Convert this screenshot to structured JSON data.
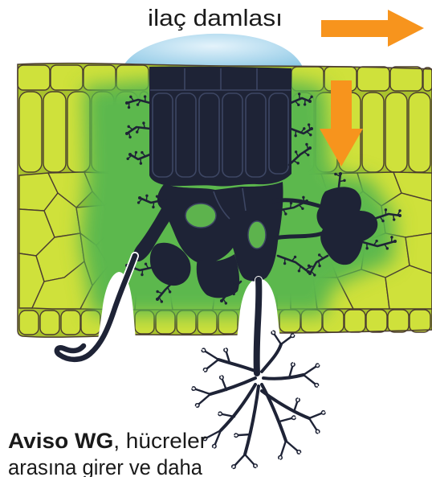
{
  "drop_label": "ilaç damlası",
  "caption": {
    "bold": "Aviso WG",
    "line1_rest": ", hücreler",
    "line2": "arasına girer ve daha"
  },
  "icons": {
    "right_arrow": "right-arrow-icon",
    "down_arrow": "down-arrow-icon"
  },
  "colors": {
    "arrow": "#f7941d",
    "leaf_cell": "#cfe13b",
    "cell_wall": "#4b3c30",
    "infected_tint": "#5cb84e",
    "fungus": "#1e2336",
    "drop": "#9ccfe8",
    "text": "#1a1a1a"
  }
}
